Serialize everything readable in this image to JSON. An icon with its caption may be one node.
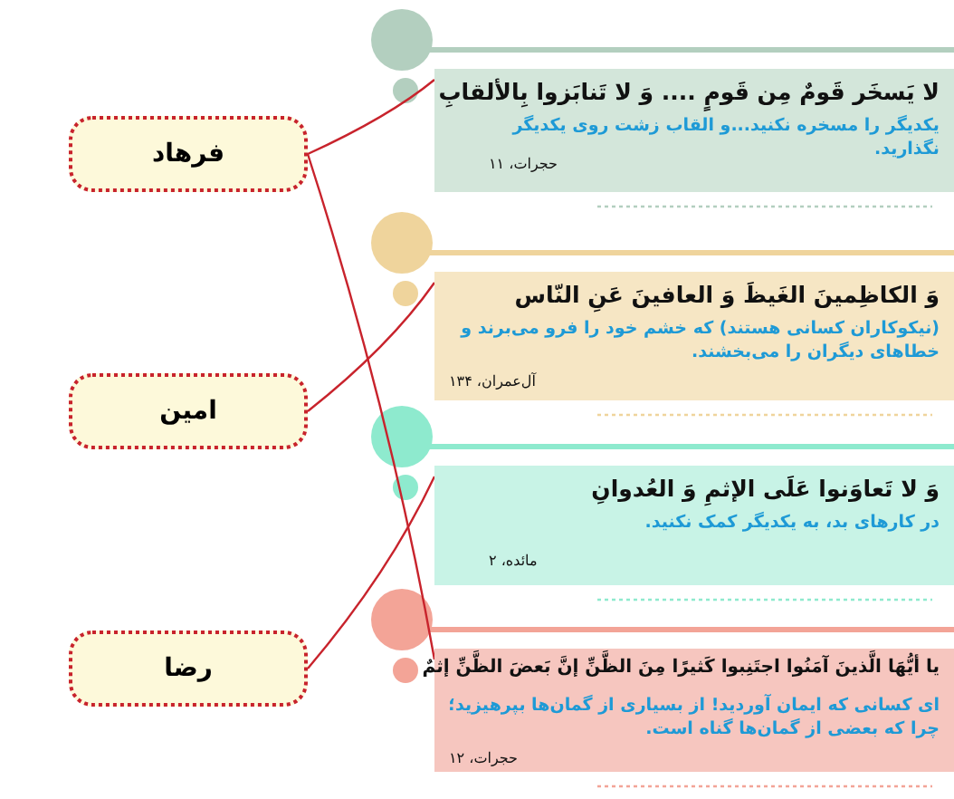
{
  "diagram": {
    "nodes": [
      {
        "text": [
          "فرهاد"
        ]
      },
      {
        "text": [
          "امین"
        ]
      },
      {
        "text": [
          "رضا"
        ]
      },
      {
        "text": [
          "لا یَسخَر قَومٌ مِن قَومٍ .... وَ لا تَنابَزوا بِالألقابِ",
          "یکدیگر را مسخره نکنید...و القاب زشت روی یکدیگر نگذارید.",
          "حجرات، ۱۱"
        ]
      },
      {
        "text": [
          "وَ الکاظِمینَ الغَیظَ وَ العافینَ عَنِ النّاس",
          "(نیکوکاران کسانی هستند) که خشم خود را فرو می‌برند و خطاهای دیگران را می‌بخشند.",
          "آل‌عمران، ۱۳۴"
        ]
      },
      {
        "text": [
          "وَ لا تَعاوَنوا عَلَی الإثمِ وَ العُدوانِ",
          "در کارهای بد، به یکدیگر کمک نکنید.",
          "مائده، ۲"
        ]
      },
      {
        "text": [
          "یا أیُّهَا الَّذینَ آمَنُوا اجتَنِبوا کَثیرًا مِنَ الظَّنِّ إنَّ بَعضَ الظَّنِّ إثمٌ",
          "ای کسانی که ایمان آوردید! از بسیاری از گمان‌ها بپرهیزید؛ چرا که بعضی از گمان‌ها گناه است.",
          "حجرات، ۱۲"
        ]
      }
    ],
    "edges": [
      {
        "from": 3,
        "to": 0,
        "arrow": "none"
      },
      {
        "from": 0,
        "to": 6,
        "arrow": "none"
      },
      {
        "from": 4,
        "to": 1,
        "arrow": "none"
      },
      {
        "from": 5,
        "to": 2,
        "arrow": "none"
      }
    ]
  }
}
